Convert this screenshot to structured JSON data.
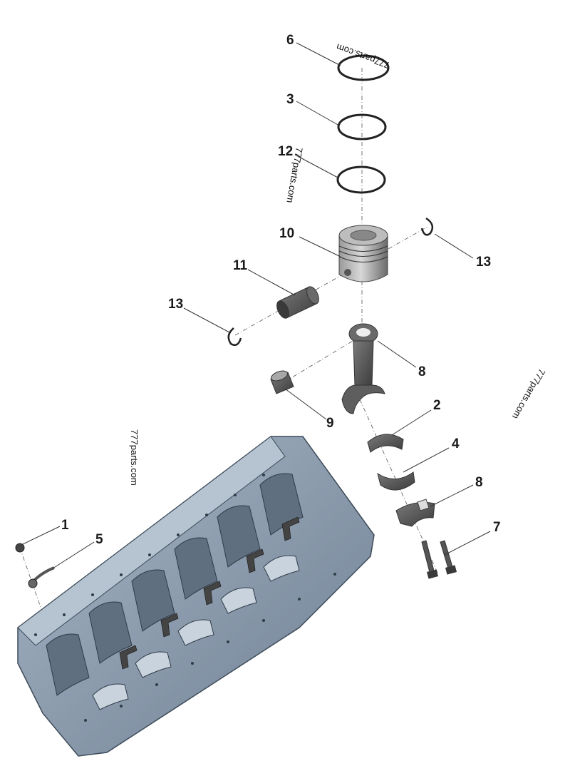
{
  "callouts": {
    "c1": "1",
    "c2": "2",
    "c3": "3",
    "c4": "4",
    "c5": "5",
    "c6": "6",
    "c7": "7",
    "c8a": "8",
    "c8b": "8",
    "c9": "9",
    "c10": "10",
    "c11": "11",
    "c12": "12",
    "c13a": "13",
    "c13b": "13"
  },
  "watermarks": {
    "w1": "777parts.com",
    "w2": "777parts.com",
    "w3": "777parts.com",
    "w4": "777parts.com"
  },
  "colors": {
    "block": "#8a9aab",
    "part": "#5a5a5a",
    "line": "#333333"
  }
}
